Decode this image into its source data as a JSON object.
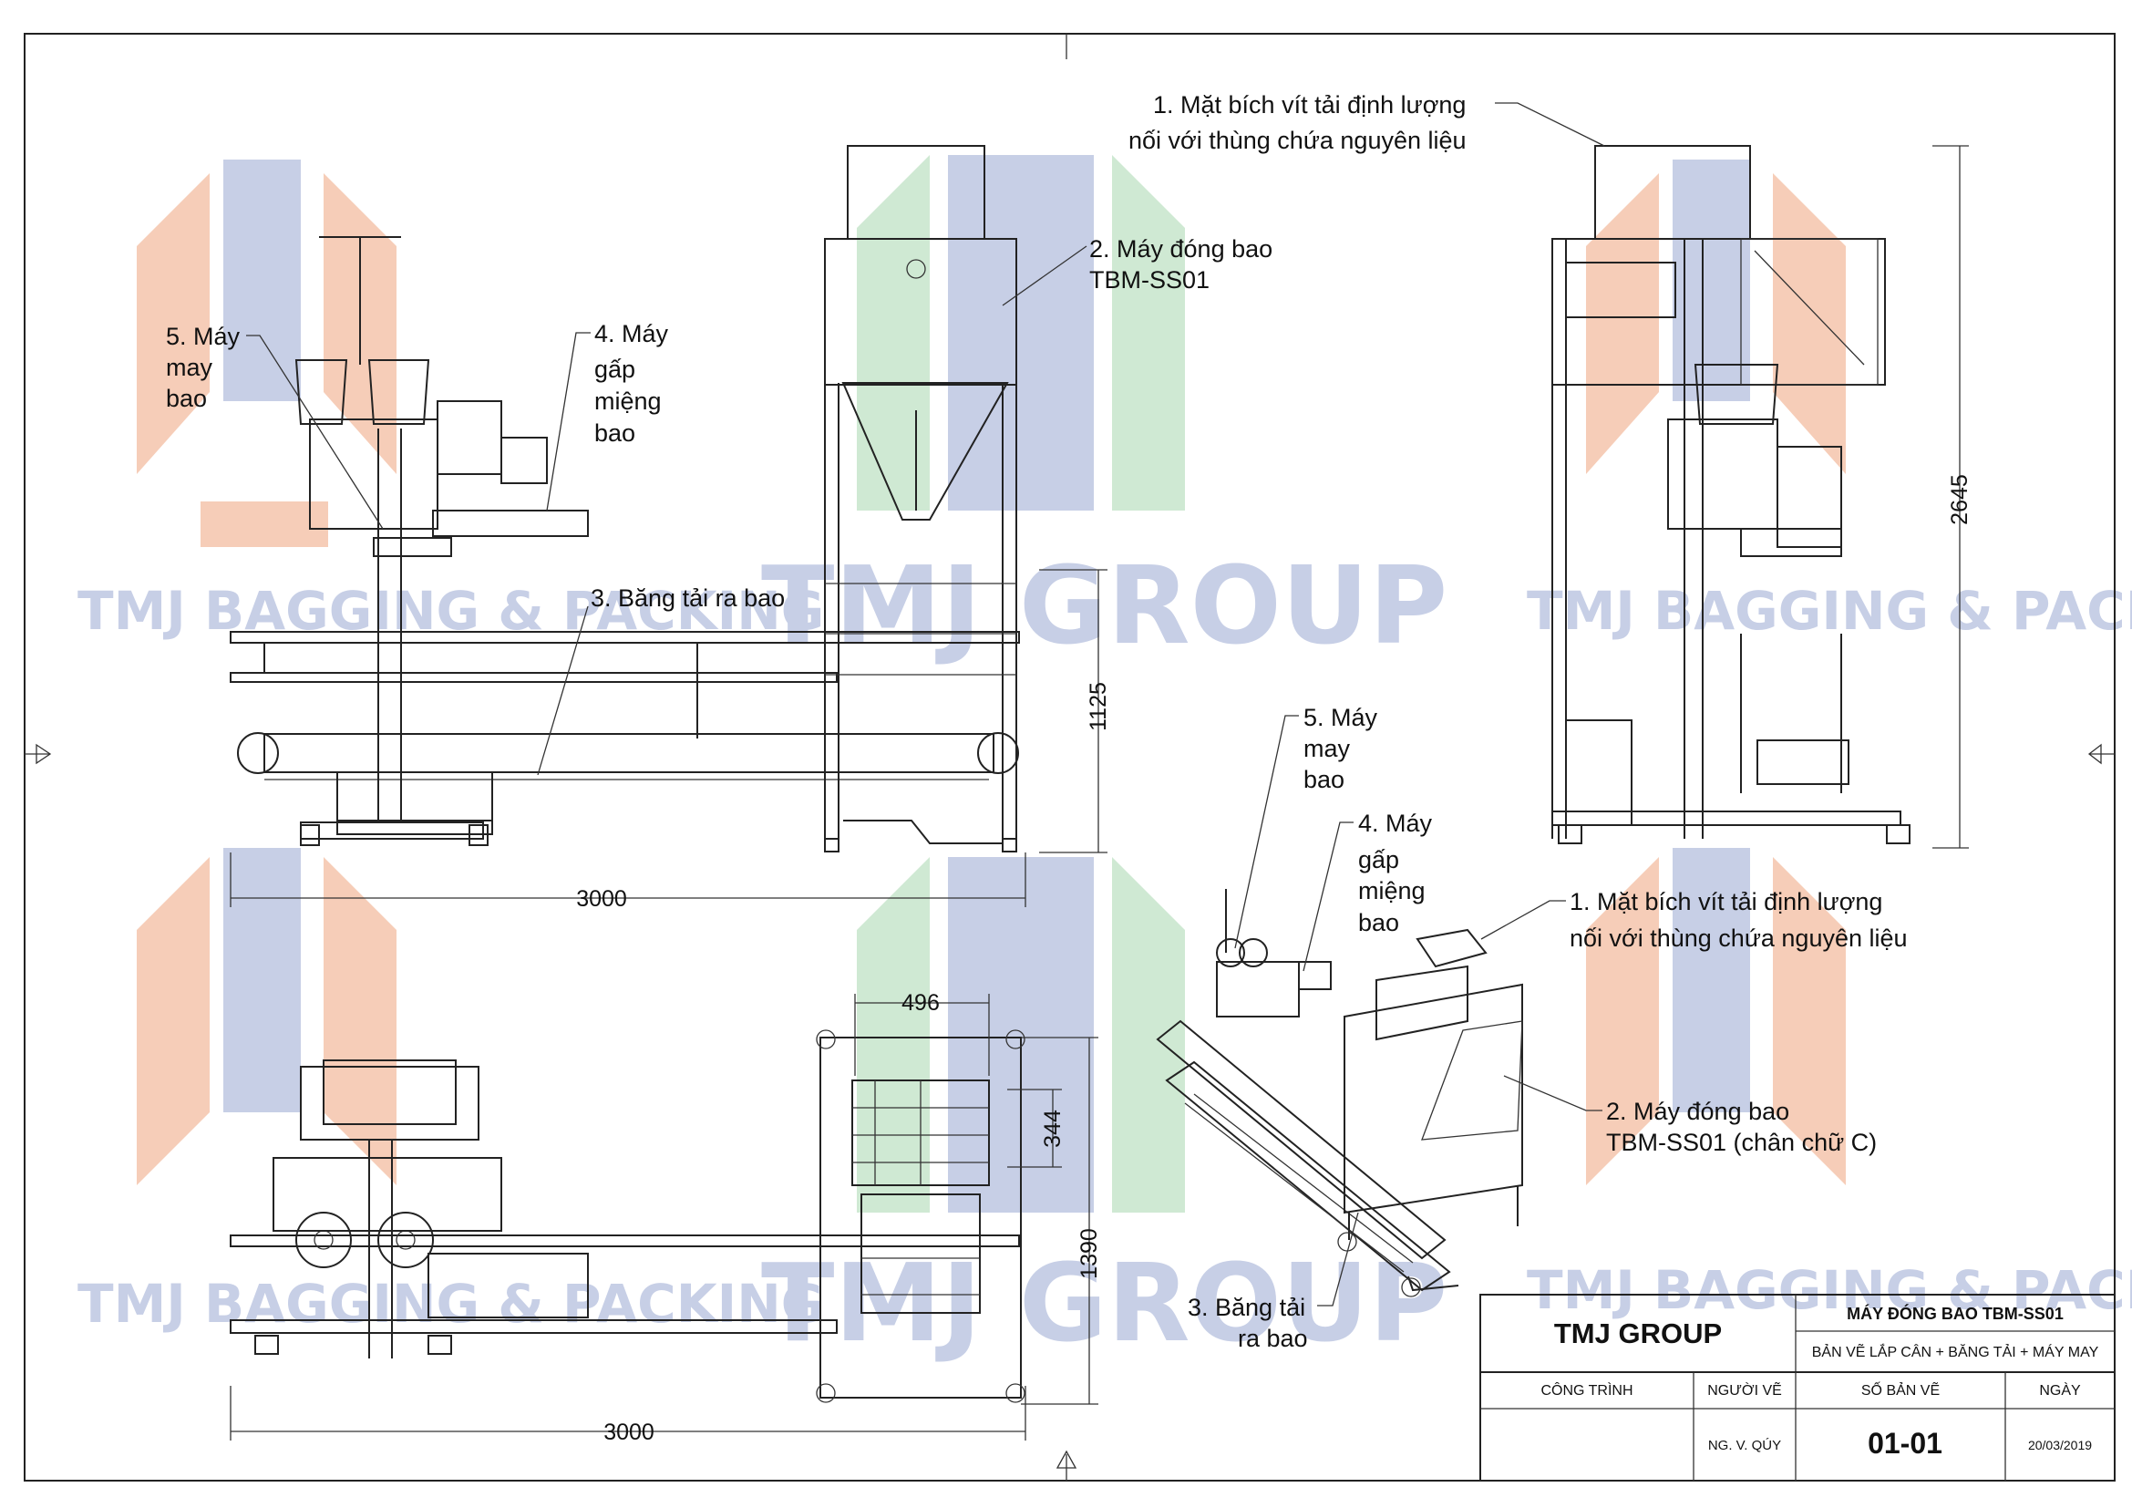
{
  "watermarks": {
    "bagging": "TMJ  BAGGING & PACKING",
    "group": "TMJ  GROUP"
  },
  "labels": {
    "flange": [
      "1. Mặt bích vít tải định lượng",
      "nối với thùng chứa nguyên liệu"
    ],
    "flange_iso": [
      "1. Mặt bích vít tải định lượng",
      "nối với thùng chứa nguyên liệu"
    ],
    "bagger": [
      "2. Máy đóng bao",
      "TBM-SS01"
    ],
    "bagger_iso": [
      "2. Máy đóng bao",
      "TBM-SS01 (chân chữ C)"
    ],
    "conveyor": "3. Băng tải ra bao",
    "conveyor_iso": [
      "3. Băng tải",
      "ra bao"
    ],
    "folder": [
      "4. Máy",
      "gấp",
      "miệng",
      "bao"
    ],
    "folder_iso": [
      "4. Máy",
      "gấp",
      "miệng",
      "bao"
    ],
    "sewer": [
      "5. Máy",
      "may",
      "bao"
    ],
    "sewer_iso": [
      "5. Máy",
      "may",
      "bao"
    ]
  },
  "dimensions": {
    "front_length": "3000",
    "front_height": "1125",
    "side_height": "2645",
    "top_length": "3000",
    "top_depth": "1390",
    "top_width": "496",
    "top_inner": "344"
  },
  "title_block": {
    "company": "TMJ GROUP",
    "machine": "MÁY ĐÓNG BAO TBM-SS01",
    "drawing": "BẢN VẼ LẮP CÂN + BĂNG TẢI + MÁY MAY",
    "h_project": "CÔNG TRÌNH",
    "h_drawer": "NGƯỜI VẼ",
    "h_number": "SỐ BẢN VẼ",
    "h_date": "NGÀY",
    "drawer": "NG. V. QÚY",
    "number": "01-01",
    "date": "20/03/2019"
  },
  "colors": {
    "wm_blue": "#c7cfe6",
    "wm_orange": "#f6cdb8",
    "wm_green": "#cfe9d3"
  }
}
